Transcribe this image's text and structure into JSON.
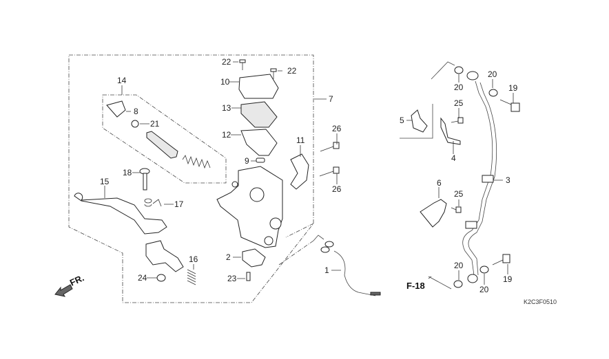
{
  "diagram": {
    "diagram_code": "K2C3F0510",
    "front_direction_label": "FR.",
    "reference_label": "F-18",
    "callouts": {
      "p1": "1",
      "p2": "2",
      "p3": "3",
      "p4": "4",
      "p5": "5",
      "p6": "6",
      "p7": "7",
      "p8": "8",
      "p9": "9",
      "p10": "10",
      "p11": "11",
      "p12": "12",
      "p13": "13",
      "p14": "14",
      "p15": "15",
      "p16": "16",
      "p17": "17",
      "p18": "18",
      "p19a": "19",
      "p19b": "19",
      "p20a": "20",
      "p20b": "20",
      "p20c": "20",
      "p20d": "20",
      "p21": "21",
      "p22a": "22",
      "p22b": "22",
      "p23": "23",
      "p24": "24",
      "p25a": "25",
      "p25b": "25",
      "p26a": "26",
      "p26b": "26"
    }
  }
}
